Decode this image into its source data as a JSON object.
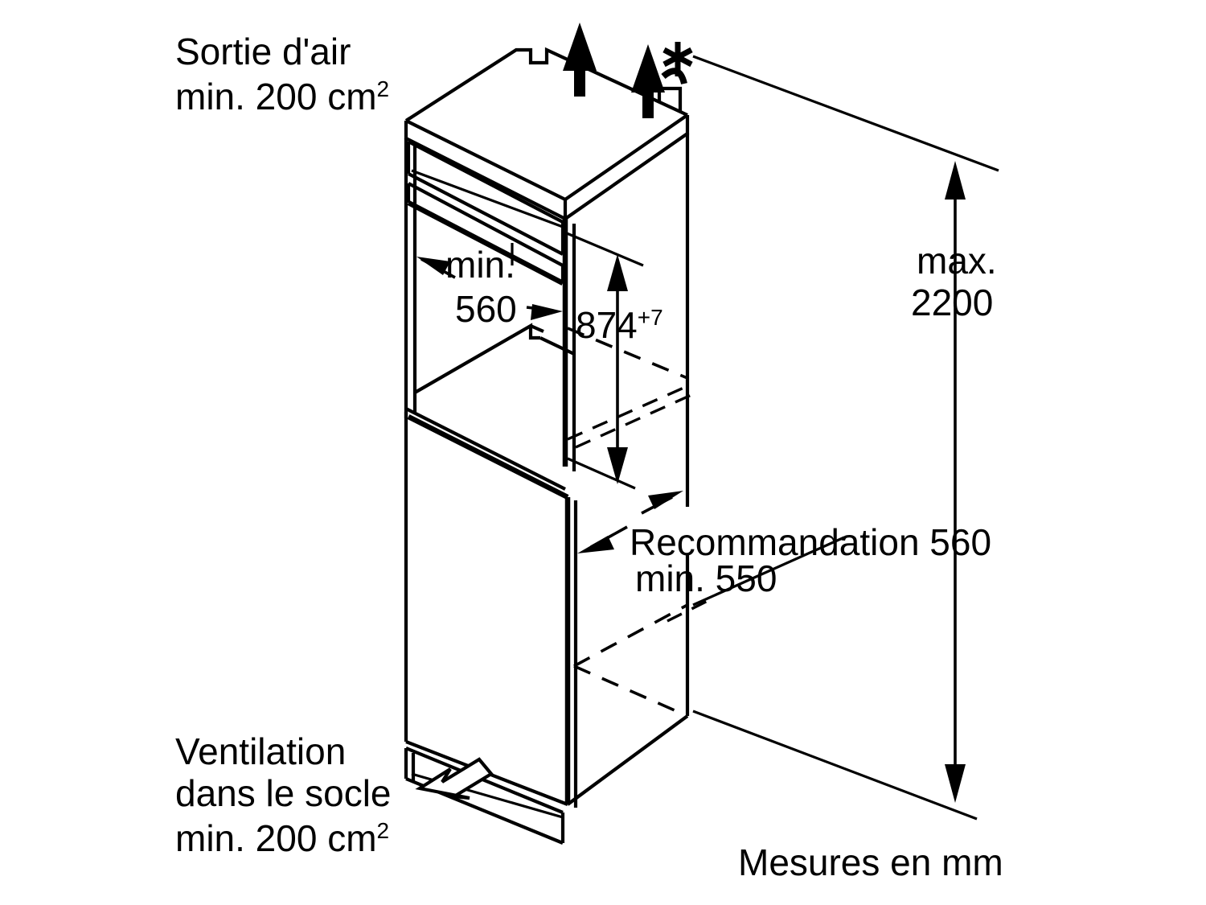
{
  "diagram": {
    "title": "Installation niche dimensions - built-in refrigerator",
    "units_note": "Mesures en mm",
    "line_color": "#000000",
    "background_color": "#ffffff"
  },
  "labels": {
    "air_outlet": {
      "line1": "Sortie d'air",
      "line2_prefix": "min. 200 cm",
      "line2_sup": "2"
    },
    "plinth_ventilation": {
      "line1": "Ventilation",
      "line2": "dans le socle",
      "line3_prefix": "min. 200 cm",
      "line3_sup": "2"
    },
    "niche_width": {
      "line1": "min.",
      "line2": "560"
    },
    "niche_height": {
      "value": "874",
      "tolerance": "+7"
    },
    "max_height": {
      "line1": "max.",
      "line2": "2200"
    },
    "depth": {
      "line1": "Recommandation 560",
      "line2": "min. 550"
    },
    "units": "Mesures en mm"
  },
  "measurements": [
    {
      "name": "niche-width-min",
      "value": "560",
      "qualifier": "min.",
      "unit": "mm"
    },
    {
      "name": "niche-height",
      "value": "874",
      "tolerance": "+7",
      "unit": "mm"
    },
    {
      "name": "overall-max-height",
      "value": "2200",
      "qualifier": "max.",
      "unit": "mm"
    },
    {
      "name": "niche-depth-recommended",
      "value": "560",
      "qualifier": "Recommandation",
      "unit": "mm"
    },
    {
      "name": "niche-depth-min",
      "value": "550",
      "qualifier": "min.",
      "unit": "mm"
    },
    {
      "name": "air-outlet-area",
      "value": "200",
      "qualifier": "min.",
      "unit": "cm2"
    },
    {
      "name": "plinth-vent-area",
      "value": "200",
      "qualifier": "min.",
      "unit": "cm2"
    }
  ]
}
